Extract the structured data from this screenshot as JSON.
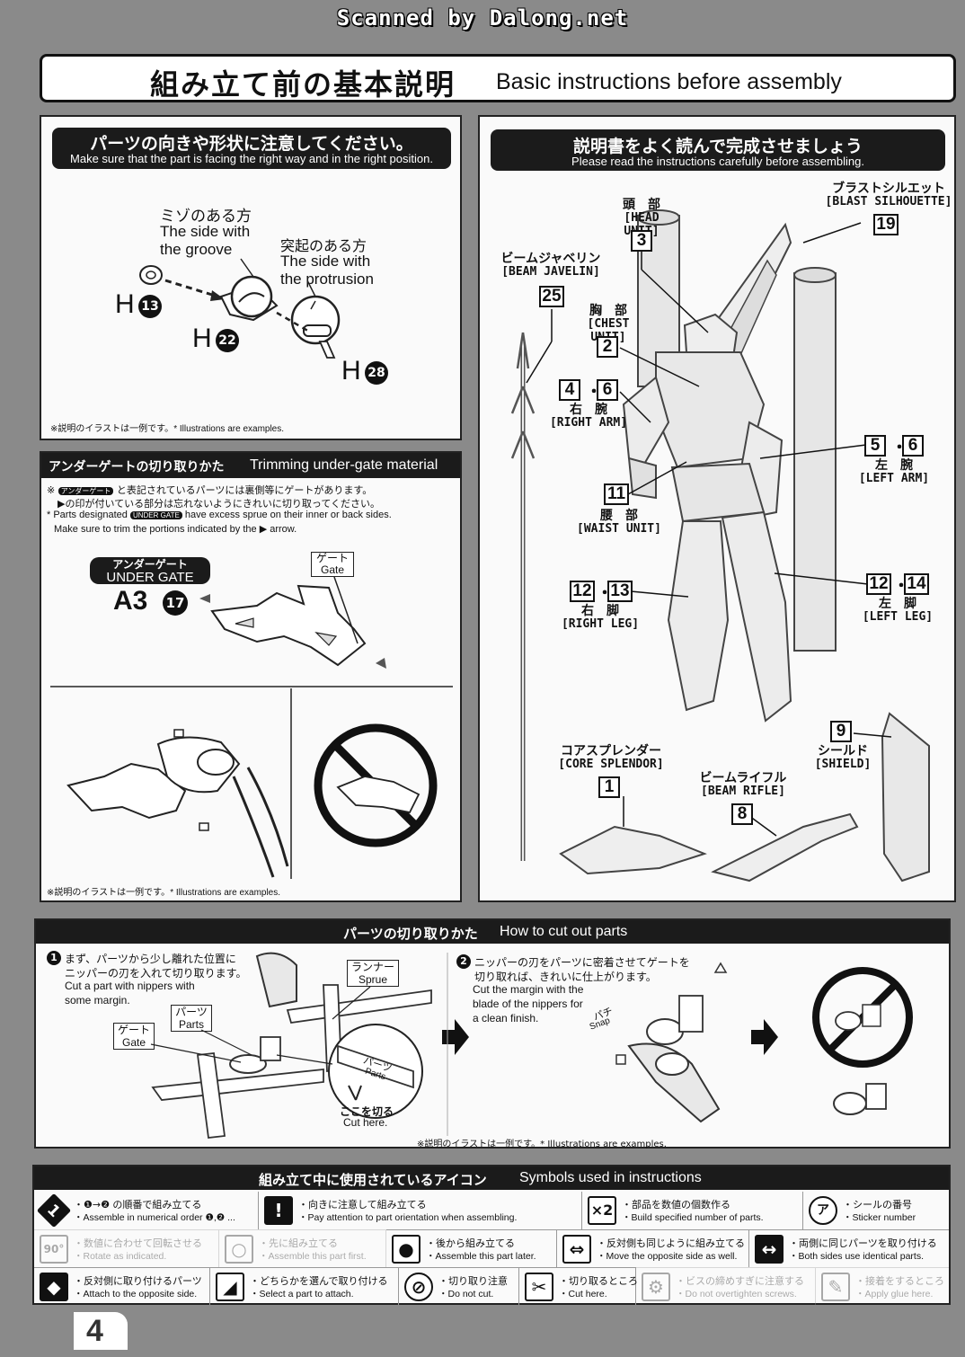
{
  "scan_credit": "Scanned by Dalong.net",
  "header": {
    "title_jp": "組み立て前の基本説明",
    "title_en": "Basic instructions before assembly"
  },
  "orientation": {
    "title_jp": "パーツの向きや形状に注意してください。",
    "title_en": "Make sure that the part is facing the right way and in the right position.",
    "groove_jp": "ミゾのある方",
    "groove_en_1": "The side with",
    "groove_en_2": "the groove",
    "protrusion_jp": "突起のある方",
    "protrusion_en_1": "The side with",
    "protrusion_en_2": "the protrusion",
    "part_a_letter": "H",
    "part_a_num": "13",
    "part_b_letter": "H",
    "part_b_num": "22",
    "part_c_letter": "H",
    "part_c_num": "28",
    "note_jp": "※説明のイラストは一例です。",
    "note_en": "* Illustrations are examples."
  },
  "under_gate": {
    "title_jp": "アンダーゲートの切り取りかた",
    "title_en": "Trimming under-gate material",
    "line1_jp_prefix": "※",
    "badge_text": "アンダーゲート",
    "line1_jp": "と表記されているパーツには裏側等にゲートがあります。",
    "line2_jp": "▶の印が付いている部分は忘れないようにきれいに切り取ってください。",
    "line3_en_a": "* Parts designated",
    "badge_text_en": "UNDER GATE",
    "line3_en_b": "have excess sprue on their inner or back sides.",
    "line4_en": "Make sure to trim the portions indicated by the",
    "line4_en_b": "arrow.",
    "pill_jp": "アンダーゲート",
    "pill_en": "UNDER GATE",
    "part_label": "A3",
    "part_num": "17",
    "gate_jp": "ゲート",
    "gate_en": "Gate",
    "note_jp": "※説明のイラストは一例です。",
    "note_en": "* Illustrations are examples."
  },
  "read_instructions": {
    "title_jp": "説明書をよく読んで完成させましょう",
    "title_en": "Please read the instructions carefully before assembling.",
    "labels": {
      "head": {
        "jp": "頭　部",
        "en": "[HEAD UNIT]",
        "num": "3"
      },
      "blast": {
        "jp": "ブラストシルエット",
        "en": "[BLAST SILHOUETTE]",
        "num": "19"
      },
      "javelin": {
        "jp": "ビームジャベリン",
        "en": "[BEAM JAVELIN]",
        "num": "25"
      },
      "chest": {
        "jp": "胸　部",
        "en": "[CHEST UNIT]",
        "num": "2"
      },
      "right_arm": {
        "jp": "右　腕",
        "en": "[RIGHT ARM]",
        "num_a": "4",
        "num_b": "6"
      },
      "left_arm": {
        "jp": "左　腕",
        "en": "[LEFT ARM]",
        "num_a": "5",
        "num_b": "6"
      },
      "waist": {
        "jp": "腰　部",
        "en": "[WAIST UNIT]",
        "num": "11"
      },
      "right_leg": {
        "jp": "右　脚",
        "en": "[RIGHT LEG]",
        "num_a": "12",
        "num_b": "13"
      },
      "left_leg": {
        "jp": "左　脚",
        "en": "[LEFT LEG]",
        "num_a": "12",
        "num_b": "14"
      },
      "shield": {
        "jp": "シールド",
        "en": "[SHIELD]",
        "num": "9"
      },
      "core": {
        "jp": "コアスプレンダー",
        "en": "[CORE SPLENDOR]",
        "num": "1"
      },
      "rifle": {
        "jp": "ビームライフル",
        "en": "[BEAM RIFLE]",
        "num": "8"
      }
    },
    "separator": "・"
  },
  "cut_parts": {
    "title_jp": "パーツの切り取りかた",
    "title_en": "How to cut out parts",
    "step1_jp_1": "まず、パーツから少し離れた位置に",
    "step1_jp_2": "ニッパーの刃を入れて切り取ります。",
    "step1_en_1": "Cut a part with nippers with",
    "step1_en_2": "some margin.",
    "runner_jp": "ランナー",
    "runner_en": "Sprue",
    "parts_jp": "パーツ",
    "parts_en": "Parts",
    "gate_jp": "ゲート",
    "gate_en": "Gate",
    "zoom_jp": "パーツ",
    "zoom_en": "Parts",
    "cut_here_jp": "ここを切る",
    "cut_here_en": "Cut here.",
    "step2_jp_1": "ニッパーの刃をパーツに密着させてゲートを",
    "step2_jp_2": "切り取れば、きれいに仕上がります。",
    "step2_en_1": "Cut the margin with the",
    "step2_en_2": "blade of the nippers for",
    "step2_en_3": "a clean finish.",
    "snap_jp": "パチ",
    "snap_en": "Snap",
    "note": "※説明のイラストは一例です。* Illustrations are examples."
  },
  "symbols": {
    "title_jp": "組み立て中に使用されているアイコン",
    "title_en": "Symbols used in instructions",
    "items": [
      {
        "icon": "1",
        "jp": "・❶→❷ の順番で組み立てる",
        "en": "・Assemble in numerical order ❶,❷ ..."
      },
      {
        "icon": "!",
        "jp": "・向きに注意して組み立てる",
        "en": "・Pay attention to part orientation when assembling."
      },
      {
        "icon": "×2",
        "jp": "・部品を数値の個数作る",
        "en": "・Build specified number of parts."
      },
      {
        "icon": "ア",
        "jp": "・シールの番号",
        "en": "・Sticker number"
      },
      {
        "icon": "90°",
        "jp": "・数値に合わせて回転させる",
        "en": "・Rotate as indicated."
      },
      {
        "icon": "○",
        "jp": "・先に組み立てる",
        "en": "・Assemble this part first."
      },
      {
        "icon": "●",
        "jp": "・後から組み立てる",
        "en": "・Assemble this part later."
      },
      {
        "icon": "⇔",
        "jp": "・反対側も同じように組み立てる",
        "en": "・Move the opposite side as well."
      },
      {
        "icon": "↔",
        "jp": "・両側に同じパーツを取り付ける",
        "en": "・Both sides use identical parts."
      },
      {
        "icon": "◆",
        "jp": "・反対側に取り付けるパーツ",
        "en": "・Attach to the opposite side."
      },
      {
        "icon": "◢",
        "jp": "・どちらかを選んで取り付ける",
        "en": "・Select a part to attach."
      },
      {
        "icon": "⊘",
        "jp": "・切り取り注意",
        "en": "・Do not cut."
      },
      {
        "icon": "✂",
        "jp": "・切り取るところ",
        "en": "・Cut here."
      },
      {
        "icon": "⚙",
        "jp": "・ビスの締めすぎに注意する",
        "en": "・Do not overtighten screws."
      },
      {
        "icon": "✎",
        "jp": "・接着をするところ",
        "en": "・Apply glue here."
      }
    ]
  },
  "page_number": "4",
  "colors": {
    "dark": "#1b1b1b",
    "paper": "#fafafa",
    "background": "#8a8a8a"
  }
}
